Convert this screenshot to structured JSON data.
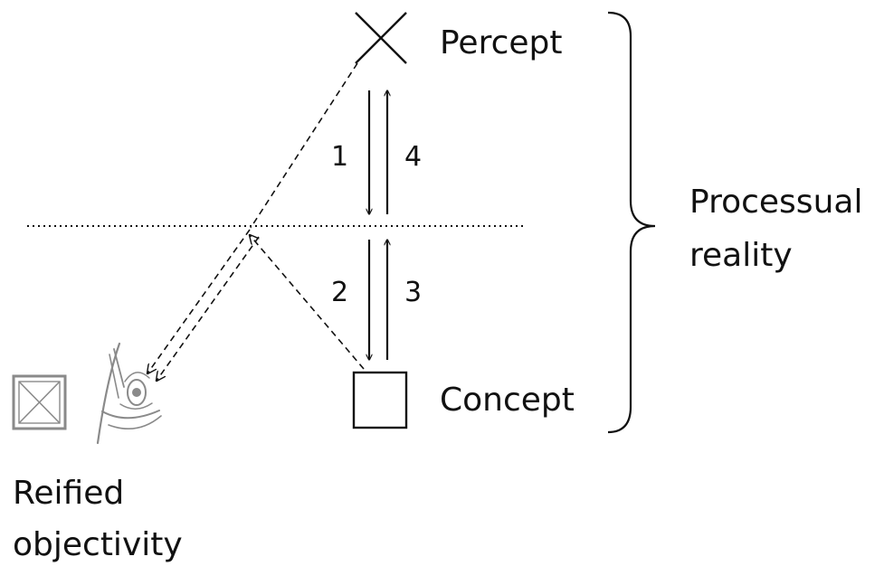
{
  "labels": {
    "percept": "Percept",
    "concept": "Concept",
    "processual_line1": "Processual",
    "processual_line2": "reality",
    "reified_line1": "Reified",
    "reified_line2": "objectivity"
  },
  "arrow_numbers": {
    "n1": "1",
    "n2": "2",
    "n3": "3",
    "n4": "4"
  },
  "colors": {
    "ink": "#111111",
    "gray": "#8a8a8a"
  },
  "icons": [
    "percept-x-icon",
    "concept-square-icon",
    "reified-object-icon",
    "eye-icon"
  ]
}
